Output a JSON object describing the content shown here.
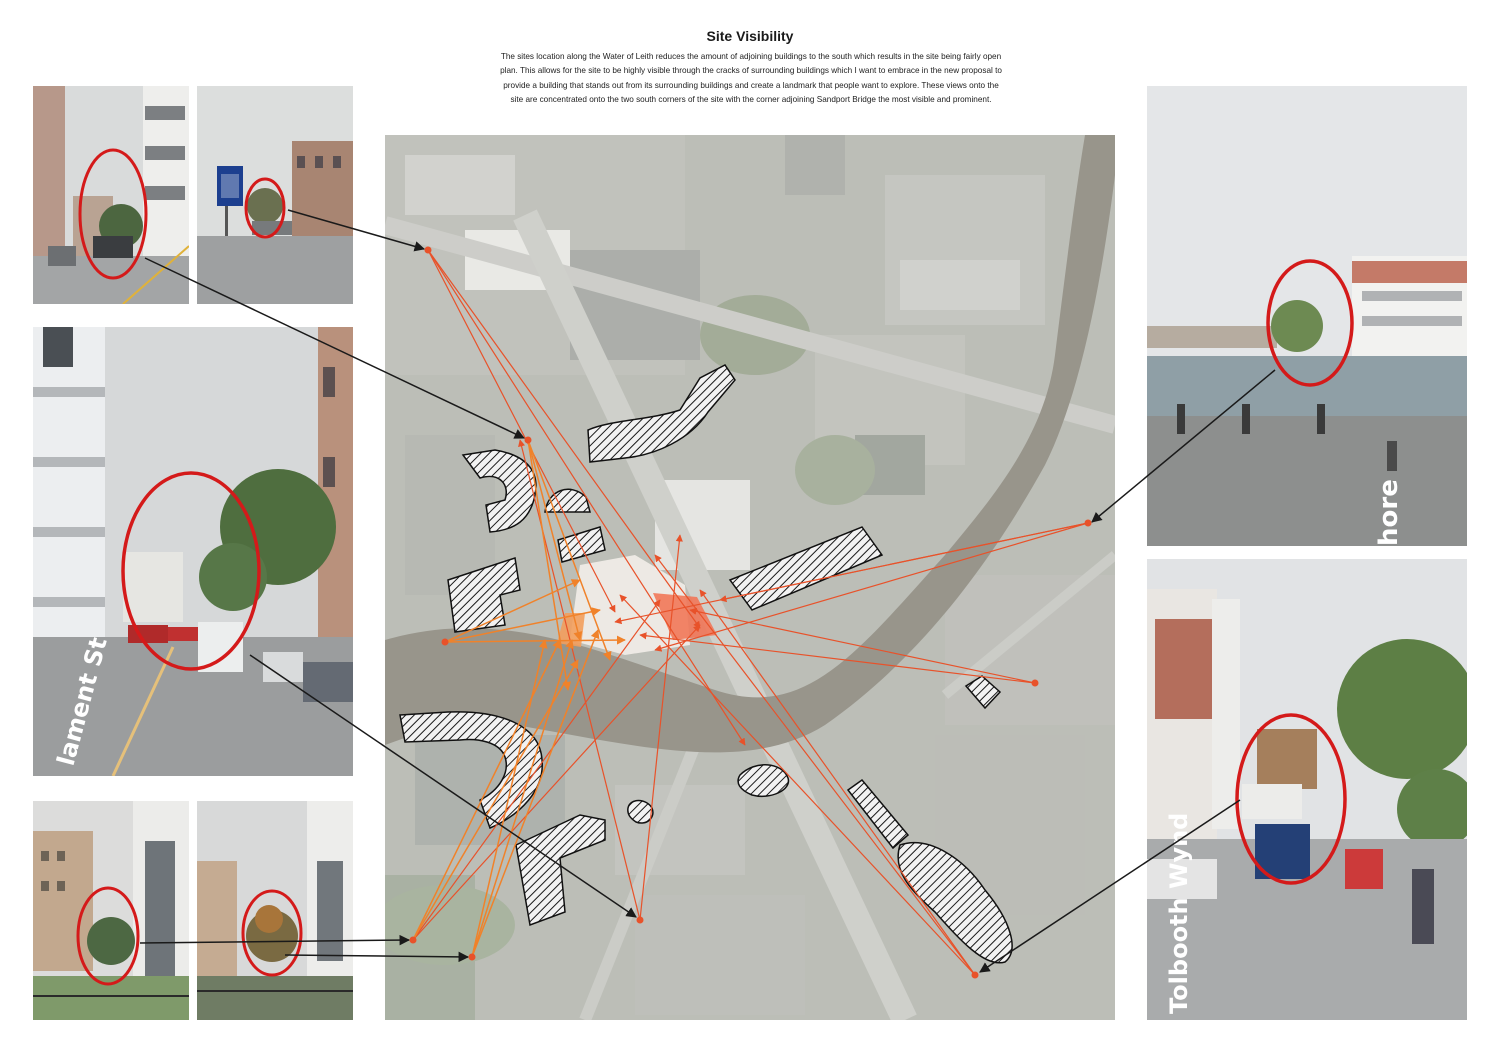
{
  "header": {
    "title": "Site Visibility",
    "description_lines": [
      "The sites location along the Water of Leith reduces the amount of adjoining buildings to the south which results in the site being fairly open",
      "plan. This allows for the site to be highly visible through the cracks of surrounding buildings which I want to embrace in the new proposal to",
      "provide a building that stands out from its surrounding buildings and create a landmark that people want to explore. These views onto the",
      "site are concentrated onto the two south corners of the site with the corner adjoining Sandport Bridge the most visible and prominent."
    ]
  },
  "photos": {
    "left_mid_street_sign": "lament St",
    "right_top_street_sign": "hore",
    "right_bottom_street_sign": "Tolbooth Wynd"
  },
  "colors": {
    "sightline": "#e8522a",
    "sightline_orange": "#f0822a",
    "arrow": "#1a1a1a",
    "highlight_ring": "#d41a1a",
    "site_fill": "#f07a4a"
  }
}
